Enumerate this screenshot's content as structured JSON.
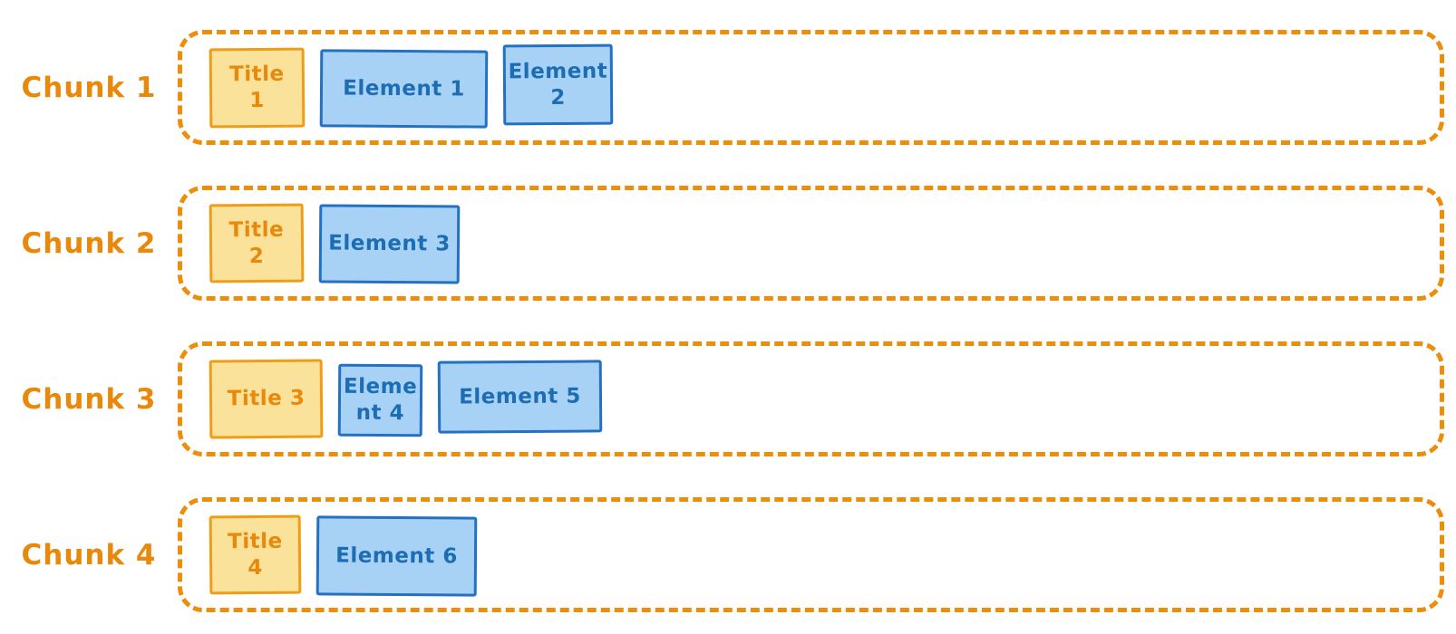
{
  "colors": {
    "orange_stroke": "#EC8E0C",
    "orange_text": "#E8890B",
    "title_border": "#F09D16",
    "yellow_fill": "#FBE29A",
    "blue_border": "#2470C2",
    "blue_fill": "#A7D2F6",
    "blue_text": "#1D6DB5"
  },
  "chunks": [
    {
      "label": "Chunk 1",
      "boxes": [
        {
          "kind": "title",
          "text": "Title 1",
          "display": "Title\n1",
          "w": 105,
          "h": 88
        },
        {
          "kind": "element",
          "text": "Element 1",
          "display": "Element 1",
          "w": 185,
          "h": 86
        },
        {
          "kind": "element",
          "text": "Element 2",
          "display": "Element\n2",
          "w": 121,
          "h": 89
        }
      ]
    },
    {
      "label": "Chunk 2",
      "boxes": [
        {
          "kind": "title",
          "text": "Title 2",
          "display": "Title\n2",
          "w": 104,
          "h": 87
        },
        {
          "kind": "element",
          "text": "Element 3",
          "display": "Element 3",
          "w": 155,
          "h": 87
        }
      ]
    },
    {
      "label": "Chunk 3",
      "boxes": [
        {
          "kind": "title",
          "text": "Title 3",
          "display": "Title 3",
          "w": 125,
          "h": 87
        },
        {
          "kind": "element",
          "text": "Element 4",
          "display": "Eleme\nnt 4",
          "w": 93,
          "h": 80
        },
        {
          "kind": "element",
          "text": "Element 5",
          "display": "Element 5",
          "w": 181,
          "h": 80
        }
      ]
    },
    {
      "label": "Chunk 4",
      "boxes": [
        {
          "kind": "title",
          "text": "Title 4",
          "display": "Title\n4",
          "w": 101,
          "h": 87
        },
        {
          "kind": "element",
          "text": "Element 6",
          "display": "Element 6",
          "w": 177,
          "h": 88
        }
      ]
    }
  ]
}
